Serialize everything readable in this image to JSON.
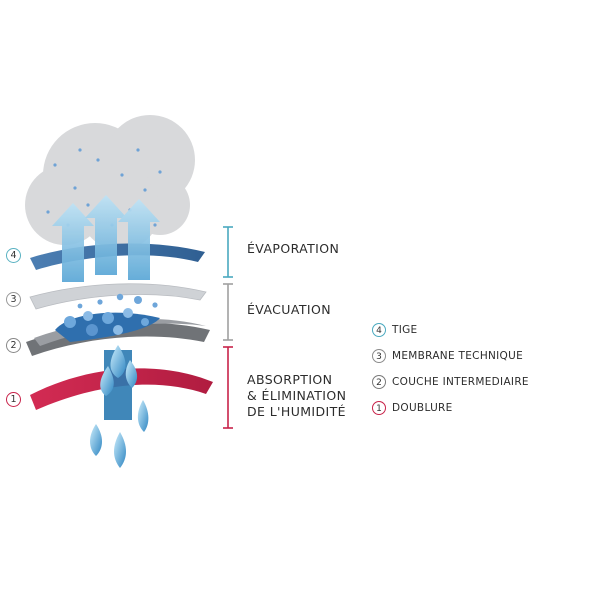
{
  "phases": {
    "evaporation": "ÉVAPORATION",
    "evacuation": "ÉVACUATION",
    "absorption_line1": "ABSORPTION",
    "absorption_line2": "& ÉLIMINATION",
    "absorption_line3": "DE L'HUMIDITÉ"
  },
  "layer_markers": [
    "4",
    "3",
    "2",
    "1"
  ],
  "legend": [
    {
      "num": "4",
      "label": "TIGE",
      "color": "#4aa9bf"
    },
    {
      "num": "3",
      "label": "MEMBRANE TECHNIQUE",
      "color": "#8c8c8c"
    },
    {
      "num": "2",
      "label": "COUCHE INTERMEDIAIRE",
      "color": "#7a7a7a"
    },
    {
      "num": "1",
      "label": "DOUBLURE",
      "color": "#c8234a"
    }
  ],
  "colors": {
    "teal_bracket": "#4aa9bf",
    "grey_bracket": "#a0a0a0",
    "red_bracket": "#c8234a",
    "layer_top": "#5b86b8",
    "layer_membrane": "#c9ccd1",
    "layer_mid": "#6e7175",
    "layer_lining": "#c8234a",
    "cloud": "#d7d8da",
    "water": "#2f6fae"
  }
}
